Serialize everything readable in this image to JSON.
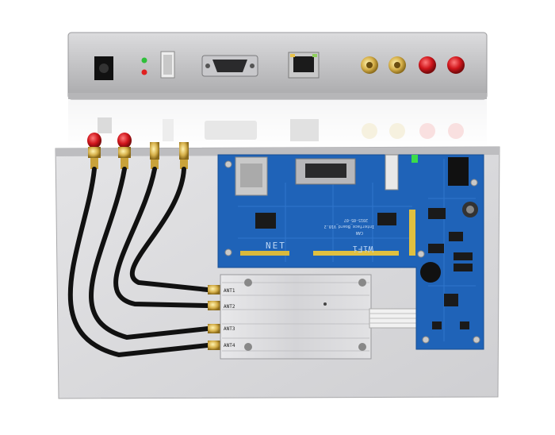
{
  "pcb": {
    "label_net": "NET",
    "label_wifi": "WiFi",
    "label_can": "CAN",
    "silkscreen_board": "Interface_Board_V10.2",
    "silkscreen_date": "2015-05-07"
  },
  "module": {
    "ports": [
      "ANT1",
      "ANT2",
      "ANT3",
      "ANT4"
    ]
  },
  "colors": {
    "pcb": "#1f63b8",
    "aluminum": "#d9d9db",
    "cable": "#111111",
    "sma_gold": "#d6b04a",
    "sma_red_cap": "#d0161c"
  }
}
